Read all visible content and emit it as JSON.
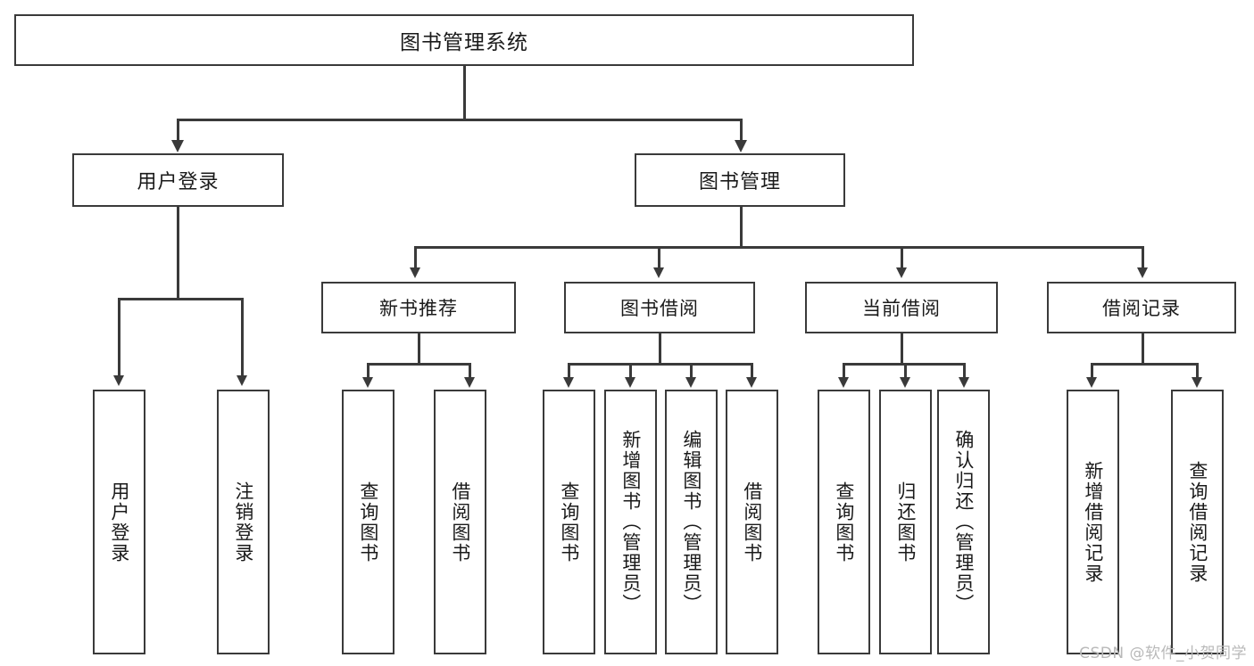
{
  "diagram": {
    "type": "tree",
    "title": "图书管理系统",
    "root": {
      "label": "图书管理系统"
    },
    "level1": [
      {
        "id": "user-login",
        "label": "用户登录"
      },
      {
        "id": "book-manage",
        "label": "图书管理"
      }
    ],
    "level2": [
      {
        "id": "new-book-recommend",
        "label": "新书推荐",
        "parent": "book-manage"
      },
      {
        "id": "book-borrow",
        "label": "图书借阅",
        "parent": "book-manage"
      },
      {
        "id": "current-borrow",
        "label": "当前借阅",
        "parent": "book-manage"
      },
      {
        "id": "borrow-record",
        "label": "借阅记录",
        "parent": "book-manage"
      }
    ],
    "leaves": {
      "user-login": [
        {
          "id": "leaf-user-login",
          "label": "用户登录"
        },
        {
          "id": "leaf-user-logout",
          "label": "注销登录"
        }
      ],
      "new-book-recommend": [
        {
          "id": "leaf-query-book-1",
          "label": "查询图书"
        },
        {
          "id": "leaf-borrow-book-1",
          "label": "借阅图书"
        }
      ],
      "book-borrow": [
        {
          "id": "leaf-query-book-2",
          "label": "查询图书"
        },
        {
          "id": "leaf-add-book",
          "label": "新增图书（管理员）"
        },
        {
          "id": "leaf-edit-book",
          "label": "编辑图书（管理员）"
        },
        {
          "id": "leaf-borrow-book-2",
          "label": "借阅图书"
        }
      ],
      "current-borrow": [
        {
          "id": "leaf-query-book-3",
          "label": "查询图书"
        },
        {
          "id": "leaf-return-book",
          "label": "归还图书"
        },
        {
          "id": "leaf-confirm-return",
          "label": "确认归还（管理员）"
        }
      ],
      "borrow-record": [
        {
          "id": "leaf-add-record",
          "label": "新增借阅记录"
        },
        {
          "id": "leaf-query-record",
          "label": "查询借阅记录"
        }
      ]
    }
  },
  "watermark": {
    "text": "CSDN @软件_小贺同学"
  },
  "colors": {
    "stroke": "#3a3a3a",
    "fill": "#ffffff",
    "text": "#1a1a1a",
    "watermark": "#b9b9b9"
  }
}
